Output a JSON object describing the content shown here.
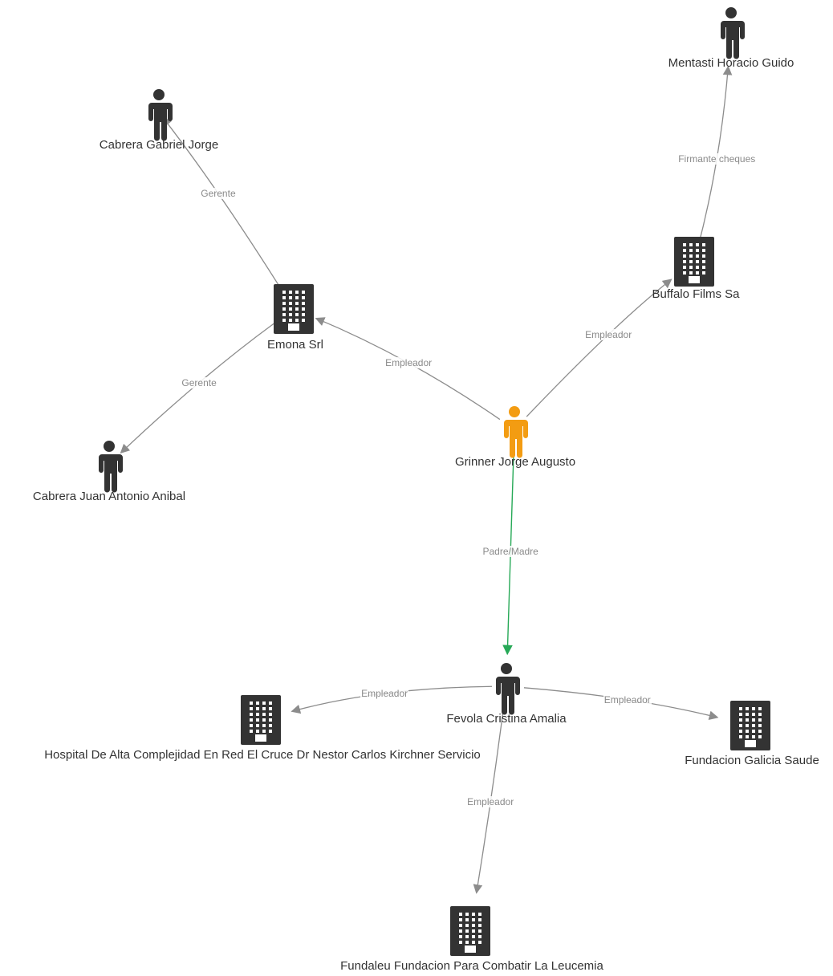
{
  "colors": {
    "node_default": "#333333",
    "node_focus": "#f39c12",
    "edge_default": "#8c8c8c",
    "edge_highlight": "#27a957",
    "label_text": "#333333",
    "edge_label_text": "#8a8a8a"
  },
  "nodes": [
    {
      "id": "mentasti",
      "label": "Mentasti Horacio Guido",
      "type": "person"
    },
    {
      "id": "cabrera_gabriel",
      "label": "Cabrera Gabriel Jorge",
      "type": "person"
    },
    {
      "id": "buffalo",
      "label": "Buffalo Films Sa",
      "type": "company"
    },
    {
      "id": "emona",
      "label": "Emona Srl",
      "type": "company"
    },
    {
      "id": "grinner",
      "label": "Grinner Jorge Augusto",
      "type": "person",
      "focus": true
    },
    {
      "id": "cabrera_juan",
      "label": "Cabrera Juan Antonio Anibal",
      "type": "person"
    },
    {
      "id": "fevola",
      "label": "Fevola Cristina Amalia",
      "type": "person"
    },
    {
      "id": "hospital",
      "label": "Hospital De Alta Complejidad En Red El Cruce Dr Nestor Carlos Kirchner Servicio",
      "type": "company"
    },
    {
      "id": "galicia",
      "label": "Fundacion Galicia Saude",
      "type": "company"
    },
    {
      "id": "fundaleu",
      "label": "Fundaleu Fundacion Para Combatir La Leucemia",
      "type": "company"
    }
  ],
  "edges": [
    {
      "id": "e1",
      "from": "buffalo",
      "to": "mentasti",
      "label": "Firmante cheques"
    },
    {
      "id": "e2",
      "from": "emona",
      "to": "cabrera_gabriel",
      "label": "Gerente"
    },
    {
      "id": "e3",
      "from": "emona",
      "to": "cabrera_juan",
      "label": "Gerente"
    },
    {
      "id": "e4",
      "from": "grinner",
      "to": "emona",
      "label": "Empleador"
    },
    {
      "id": "e5",
      "from": "grinner",
      "to": "buffalo",
      "label": "Empleador"
    },
    {
      "id": "e6",
      "from": "grinner",
      "to": "fevola",
      "label": "Padre/Madre",
      "highlight": true
    },
    {
      "id": "e7",
      "from": "fevola",
      "to": "hospital",
      "label": "Empleador"
    },
    {
      "id": "e8",
      "from": "fevola",
      "to": "galicia",
      "label": "Empleador"
    },
    {
      "id": "e9",
      "from": "fevola",
      "to": "fundaleu",
      "label": "Empleador"
    }
  ]
}
